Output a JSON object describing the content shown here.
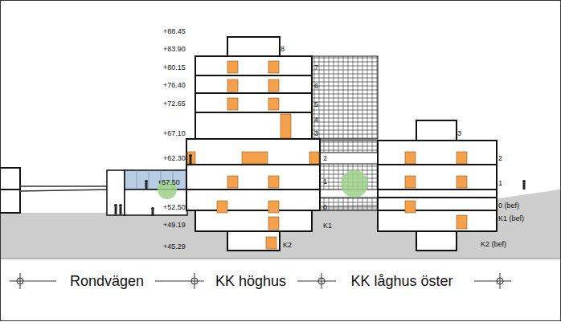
{
  "diagram": {
    "labels": [
      "+88.45",
      "+83.90",
      "8",
      "+80.15",
      "7",
      "+76.40",
      "6",
      "+72.65",
      "5",
      "4",
      "+67.10",
      "3",
      "+62.30",
      "2",
      "+57.50",
      "1",
      "+52.50",
      "0",
      "+49.19",
      "K1",
      "+45.29",
      "K2",
      "3",
      "2",
      "1",
      "0 (bef)",
      "K1 (bef)",
      "K2 (bef)",
      "Rondvägen",
      "KK höghus",
      "KK låghus öster"
    ]
  }
}
